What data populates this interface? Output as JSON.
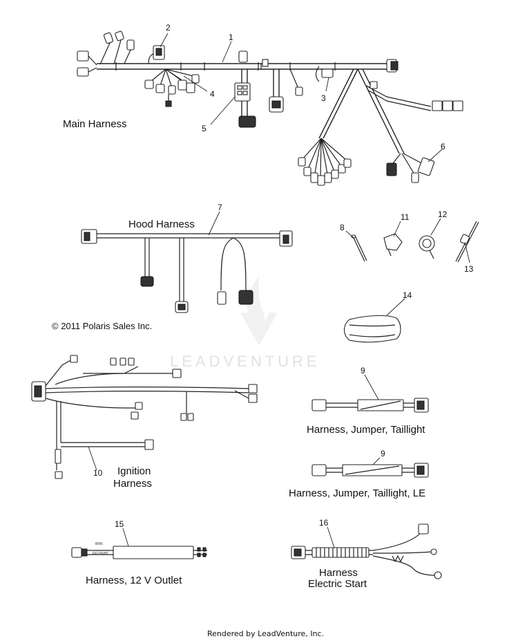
{
  "callouts": [
    "1",
    "2",
    "3",
    "4",
    "5",
    "6",
    "7",
    "8",
    "9",
    "10",
    "11",
    "12",
    "13",
    "14",
    "15",
    "16"
  ],
  "labels": {
    "main_harness": "Main Harness",
    "hood_harness": "Hood Harness",
    "copyright": "© 2011 Polaris Sales Inc.",
    "ignition_line1": "Ignition",
    "ignition_line2": "Harness",
    "taillight_jumper": "Harness, Jumper, Taillight",
    "taillight_jumper_le": "Harness, Jumper, Taillight, LE",
    "outlet_12v": "Harness, 12 V Outlet",
    "electric_start_line1": "Harness",
    "electric_start_line2": "Electric Start"
  },
  "outlet_tag_text": [
    "BRN",
    "RED/WHT"
  ],
  "watermark": "LEADVENTURE",
  "footer": "Rendered by LeadVenture, Inc."
}
